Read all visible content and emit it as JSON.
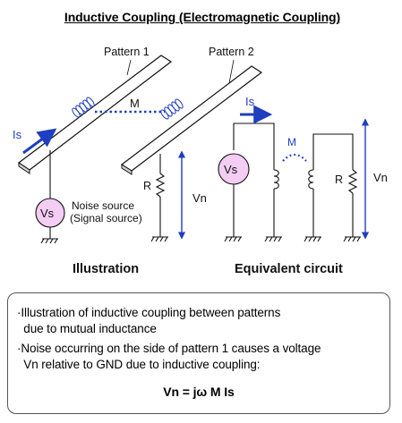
{
  "title": "Inductive Coupling (Electromagnetic Coupling)",
  "illustration": {
    "pattern1_label": "Pattern 1",
    "pattern2_label": "Pattern 2",
    "current_label": "Is",
    "mutual_label": "M",
    "resistor_label": "R",
    "voltage_label": "Vn",
    "source_label": "Vs",
    "noise_source_label": "Noise source",
    "signal_source_label": "(Signal source)",
    "caption": "Illustration"
  },
  "equivalent_circuit": {
    "current_label": "Is",
    "mutual_label": "M",
    "source_label": "Vs",
    "resistor_label": "R",
    "voltage_label": "Vn",
    "caption": "Equivalent circuit"
  },
  "notes": {
    "line1": "·Illustration of inductive coupling between patterns",
    "line2": "  due to mutual inductance",
    "line3": "·Noise occurring on the side of pattern 1 causes a voltage",
    "line4": "  Vn relative to GND due to inductive coupling:",
    "formula": "Vn = jω M Is"
  },
  "colors": {
    "arrow": "#1f3fbf",
    "mutual_dots": "#1f3fbf",
    "source_fill": "#f3cdf3",
    "line": "#111111"
  }
}
